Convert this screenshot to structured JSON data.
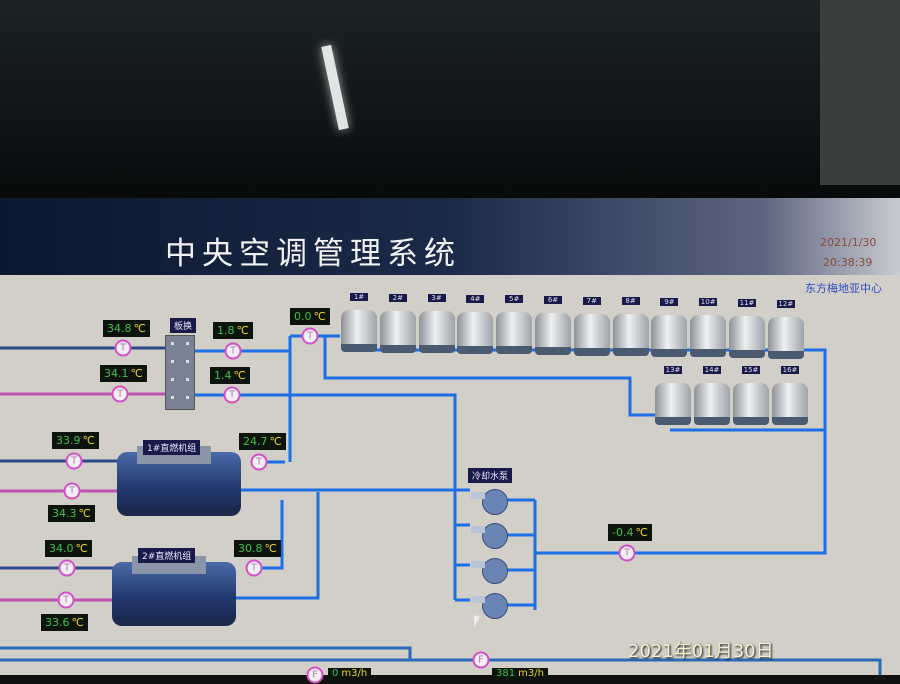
{
  "header": {
    "title": "中央空调管理系统",
    "date": "2021/1/30",
    "time": "20:38:39",
    "org": "东方梅地亚中心"
  },
  "labels": {
    "heat_exchanger": "板换",
    "chiller1": "1#直燃机组",
    "chiller2": "2#直燃机组",
    "cooling_pump": "冷却水泵"
  },
  "unit": "℃",
  "readouts": [
    "34.8",
    "1.8",
    "0.0",
    "34.1",
    "1.4",
    "33.9",
    "24.7",
    "34.3",
    "34.0",
    "30.8",
    "33.6",
    "-0.4"
  ],
  "sensor_letter": "T",
  "flow_letter": "F",
  "towers": [
    "1#",
    "2#",
    "3#",
    "4#",
    "5#",
    "6#",
    "7#",
    "8#",
    "9#",
    "10#",
    "11#",
    "12#",
    "13#",
    "14#",
    "15#",
    "16#"
  ],
  "flows": [
    {
      "value": "0",
      "unit": "m3/h"
    },
    {
      "value": "381",
      "unit": "m3/h"
    }
  ],
  "photo_stamp": "2021年01月30日"
}
